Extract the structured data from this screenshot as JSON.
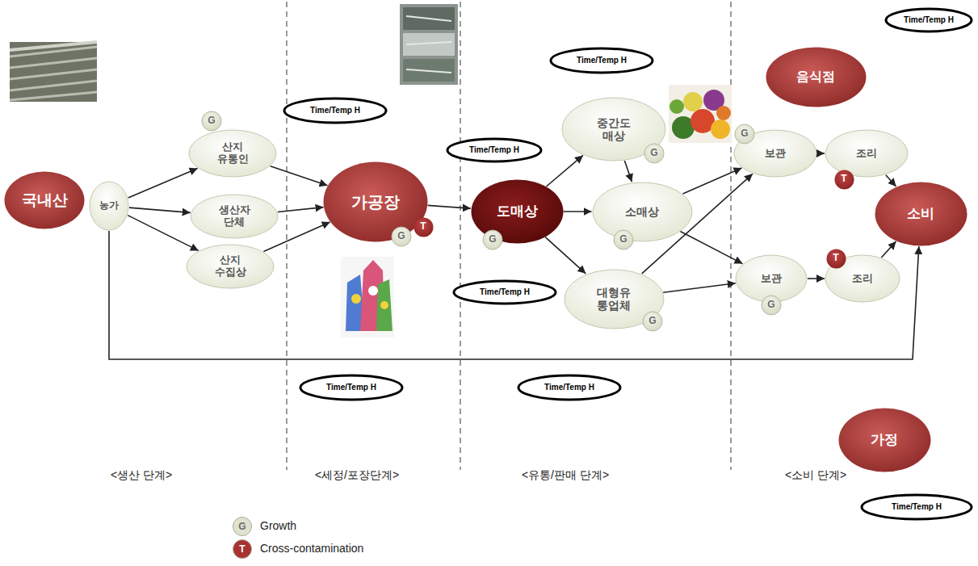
{
  "diagram": {
    "nodes": [
      {
        "text": [
          "국내산"
        ]
      },
      {
        "text": [
          "농가"
        ]
      },
      {
        "text": [
          "산지 유통인"
        ]
      },
      {
        "text": [
          "생산자 단체"
        ]
      },
      {
        "text": [
          "산지 수집상"
        ]
      },
      {
        "text": [
          "가공장"
        ]
      },
      {
        "text": [
          "도매상"
        ]
      },
      {
        "text": [
          "중간도 매상"
        ]
      },
      {
        "text": [
          "소매상"
        ]
      },
      {
        "text": [
          "대형유 통업체"
        ]
      },
      {
        "text": [
          "음식점"
        ]
      },
      {
        "text": [
          "보관"
        ]
      },
      {
        "text": [
          "조리"
        ]
      },
      {
        "text": [
          "소비"
        ]
      },
      {
        "text": [
          "보관"
        ]
      },
      {
        "text": [
          "조리"
        ]
      },
      {
        "text": [
          "가정"
        ]
      },
      {
        "text": [
          "Time/Temp H"
        ]
      },
      {
        "text": [
          "Time/Temp H"
        ]
      },
      {
        "text": [
          "Time/Temp H"
        ]
      },
      {
        "text": [
          "Time/Temp H"
        ]
      },
      {
        "text": [
          "Time/Temp H"
        ]
      },
      {
        "text": [
          "Time/Temp H"
        ]
      },
      {
        "text": [
          "Time/Temp H"
        ]
      },
      {
        "text": [
          "Time/Temp H"
        ]
      },
      {
        "text": [
          "G"
        ],
        "in": 2
      },
      {
        "text": [
          "G"
        ],
        "in": 5
      },
      {
        "text": [
          "T"
        ],
        "in": 5
      },
      {
        "text": [
          "G"
        ],
        "in": 6
      },
      {
        "text": [
          "G"
        ],
        "in": 7
      },
      {
        "text": [
          "G"
        ],
        "in": 8
      },
      {
        "text": [
          "G"
        ],
        "in": 9
      },
      {
        "text": [
          "G"
        ],
        "in": 11
      },
      {
        "text": [
          "T"
        ],
        "in": 12
      },
      {
        "text": [
          "G"
        ],
        "in": 14
      },
      {
        "text": [
          "T"
        ],
        "in": 15
      }
    ],
    "edges": [
      {
        "from": 1,
        "to": 2,
        "arrow": "to"
      },
      {
        "from": 1,
        "to": 3,
        "arrow": "to"
      },
      {
        "from": 1,
        "to": 4,
        "arrow": "to"
      },
      {
        "from": 2,
        "to": 5,
        "arrow": "to"
      },
      {
        "from": 3,
        "to": 5,
        "arrow": "to"
      },
      {
        "from": 4,
        "to": 5,
        "arrow": "to"
      },
      {
        "from": 1,
        "to": 13,
        "arrow": "to"
      },
      {
        "from": 5,
        "to": 6,
        "arrow": "to"
      },
      {
        "from": 6,
        "to": 7,
        "arrow": "to"
      },
      {
        "from": 7,
        "to": 8,
        "arrow": "to"
      },
      {
        "from": 6,
        "to": 8,
        "arrow": "to"
      },
      {
        "from": 6,
        "to": 9,
        "arrow": "to"
      },
      {
        "from": 8,
        "to": 11,
        "arrow": "to"
      },
      {
        "from": 8,
        "to": 14,
        "arrow": "to"
      },
      {
        "from": 9,
        "to": 11,
        "arrow": "to"
      },
      {
        "from": 9,
        "to": 14,
        "arrow": "to"
      },
      {
        "from": 11,
        "to": 12,
        "arrow": "to"
      },
      {
        "from": 12,
        "to": 13,
        "arrow": "to"
      },
      {
        "from": 14,
        "to": 15,
        "arrow": "to"
      },
      {
        "from": 15,
        "to": 13,
        "arrow": "to"
      }
    ],
    "labels": [
      "<생산 단계>",
      "<세정/포장단계>",
      "<유통/판매 단계>",
      "<소비 단계>",
      "G",
      "T"
    ],
    "legend": [
      {
        "text": "Growth",
        "color": "#dfe2cf"
      },
      {
        "text": "Cross-contamination",
        "color": "#a83232"
      }
    ]
  }
}
